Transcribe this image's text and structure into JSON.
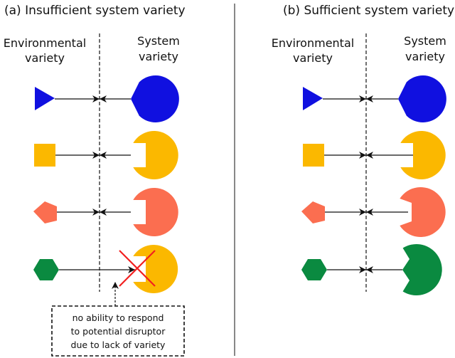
{
  "panel_a": {
    "title": "(a) Insufficient system variety",
    "environment_label": [
      "Environmental",
      "variety"
    ],
    "system_label": [
      "System",
      "variety"
    ],
    "annotation": [
      "no ability to respond",
      "to potential disruptor",
      "due to lack of variety"
    ]
  },
  "panel_b": {
    "title": "(b) Sufficient system variety",
    "environment_label": [
      "Environmental",
      "variety"
    ],
    "system_label": [
      "System",
      "variety"
    ]
  },
  "colors": {
    "blue": "#1010e0",
    "orange": "#fbb800",
    "salmon": "#fb6e50",
    "green": "#0a8a40",
    "cross": "#f22020"
  },
  "icons": {
    "environment_shapes": [
      "triangle-icon",
      "square-icon",
      "pentagon-icon",
      "hexagon-icon"
    ],
    "system_shapes_a": [
      "pacman-triangle-notch-icon",
      "pacman-square-notch-icon",
      "pacman-square-notch-icon",
      "pacman-square-notch-icon"
    ],
    "system_shapes_b": [
      "pacman-triangle-notch-icon",
      "pacman-square-notch-icon",
      "pacman-pentagon-notch-icon",
      "pacman-hexagon-notch-icon"
    ],
    "blocked_marker": "red-cross-icon"
  }
}
